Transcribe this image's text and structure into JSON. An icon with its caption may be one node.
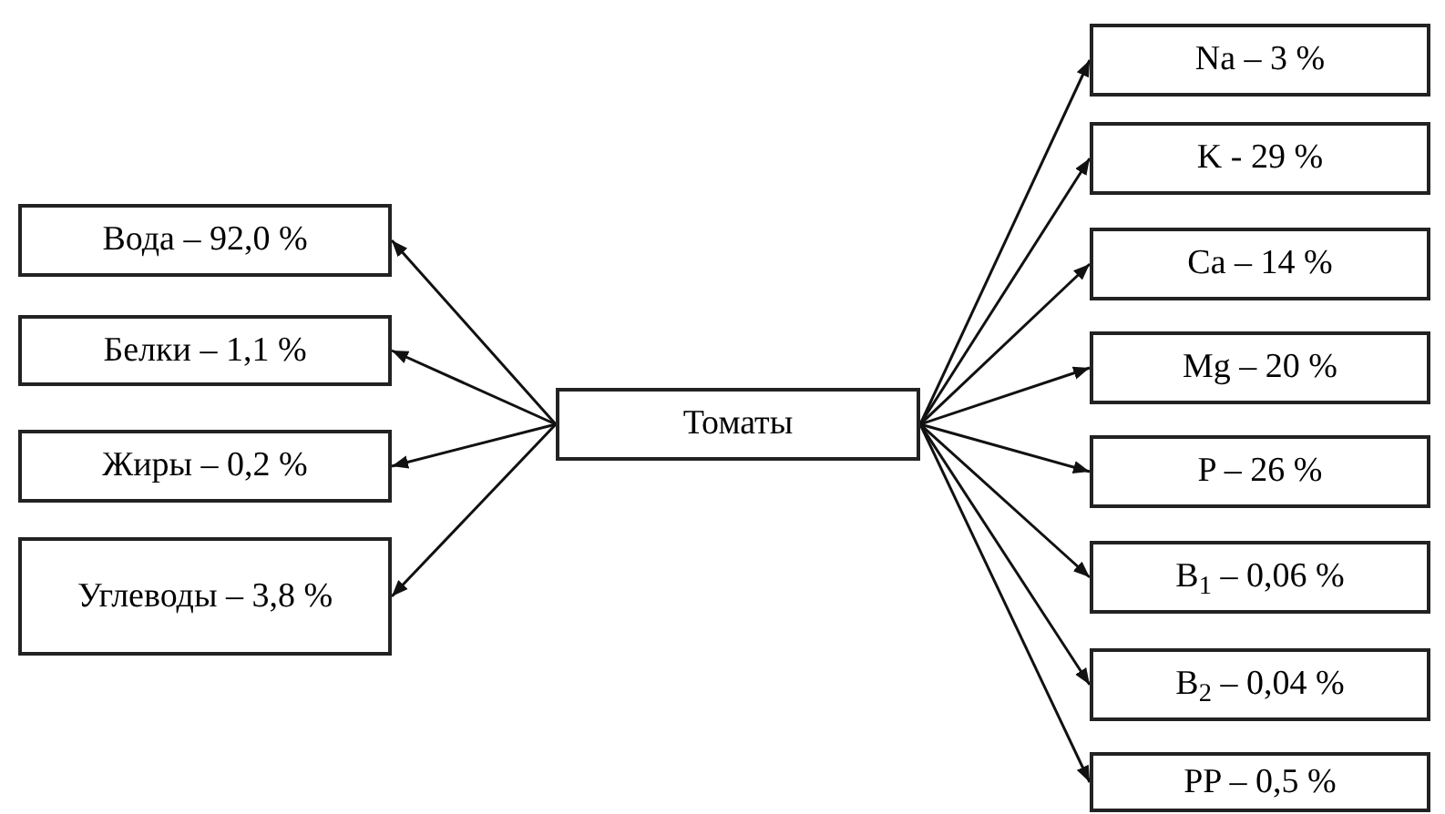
{
  "diagram": {
    "nodes": [
      {
        "text": [
          "Томаты"
        ]
      },
      {
        "text": [
          "Вода – 92,0 %"
        ]
      },
      {
        "text": [
          "Белки – 1,1 %"
        ]
      },
      {
        "text": [
          "Жиры – 0,2 %"
        ]
      },
      {
        "text": [
          "Углеводы – 3,8 %"
        ]
      },
      {
        "text": [
          "Na – 3 %"
        ]
      },
      {
        "text": [
          "K - 29 %"
        ]
      },
      {
        "text": [
          "Ca – 14 %"
        ]
      },
      {
        "text": [
          "Mg – 20 %"
        ]
      },
      {
        "text": [
          "P – 26 %"
        ]
      },
      {
        "text": [
          "B$_{1}$ – 0,06 %"
        ]
      },
      {
        "text": [
          "B$_{2}$ – 0,04 %"
        ]
      },
      {
        "text": [
          "PP – 0,5 %"
        ]
      }
    ],
    "edges": [
      {
        "from": 0,
        "to": 1,
        "arrow": "to"
      },
      {
        "from": 0,
        "to": 2,
        "arrow": "to"
      },
      {
        "from": 0,
        "to": 3,
        "arrow": "to"
      },
      {
        "from": 0,
        "to": 4,
        "arrow": "to"
      },
      {
        "from": 0,
        "to": 5,
        "arrow": "to"
      },
      {
        "from": 0,
        "to": 6,
        "arrow": "to"
      },
      {
        "from": 0,
        "to": 7,
        "arrow": "to"
      },
      {
        "from": 0,
        "to": 8,
        "arrow": "to"
      },
      {
        "from": 0,
        "to": 9,
        "arrow": "to"
      },
      {
        "from": 0,
        "to": 10,
        "arrow": "to"
      },
      {
        "from": 0,
        "to": 11,
        "arrow": "to"
      },
      {
        "from": 0,
        "to": 12,
        "arrow": "to"
      }
    ]
  }
}
